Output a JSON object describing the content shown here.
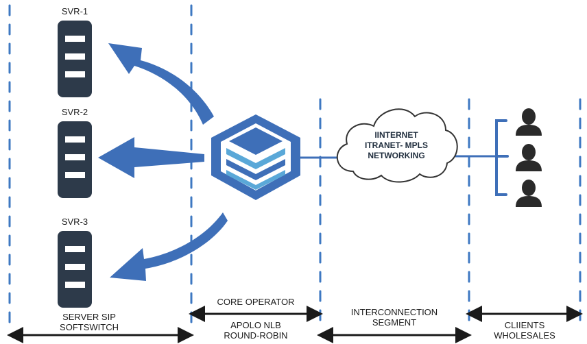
{
  "servers": [
    {
      "label": "SVR-1"
    },
    {
      "label": "SVR-2"
    },
    {
      "label": "SVR-3"
    }
  ],
  "cloud": {
    "line1": "IINTERNET",
    "line2": "ITRANET- MPLS",
    "line3": "NETWORKING"
  },
  "segments": {
    "server": {
      "line1": "SERVER SIP",
      "line2": "SOFTSWITCH"
    },
    "core": {
      "top": "CORE OPERATOR",
      "line1": "APOLO NLB",
      "line2": "ROUND-ROBIN"
    },
    "interconnect": {
      "line1": "INTERCONNECTION",
      "line2": "SEGMENT"
    },
    "clients": {
      "line1": "CLIIENTS",
      "line2": "WHOLESALES"
    }
  },
  "colors": {
    "accent": "#3e6fb8",
    "server_body": "#2d3a4a",
    "divider": "#3e78c2",
    "arrow": "#1a1a1a",
    "user_icon": "#2a2a2a"
  },
  "icons": {
    "balancer": "layered-cube-icon",
    "cloud": "cloud-icon",
    "server": "server-rack-icon",
    "user": "user-icon"
  }
}
